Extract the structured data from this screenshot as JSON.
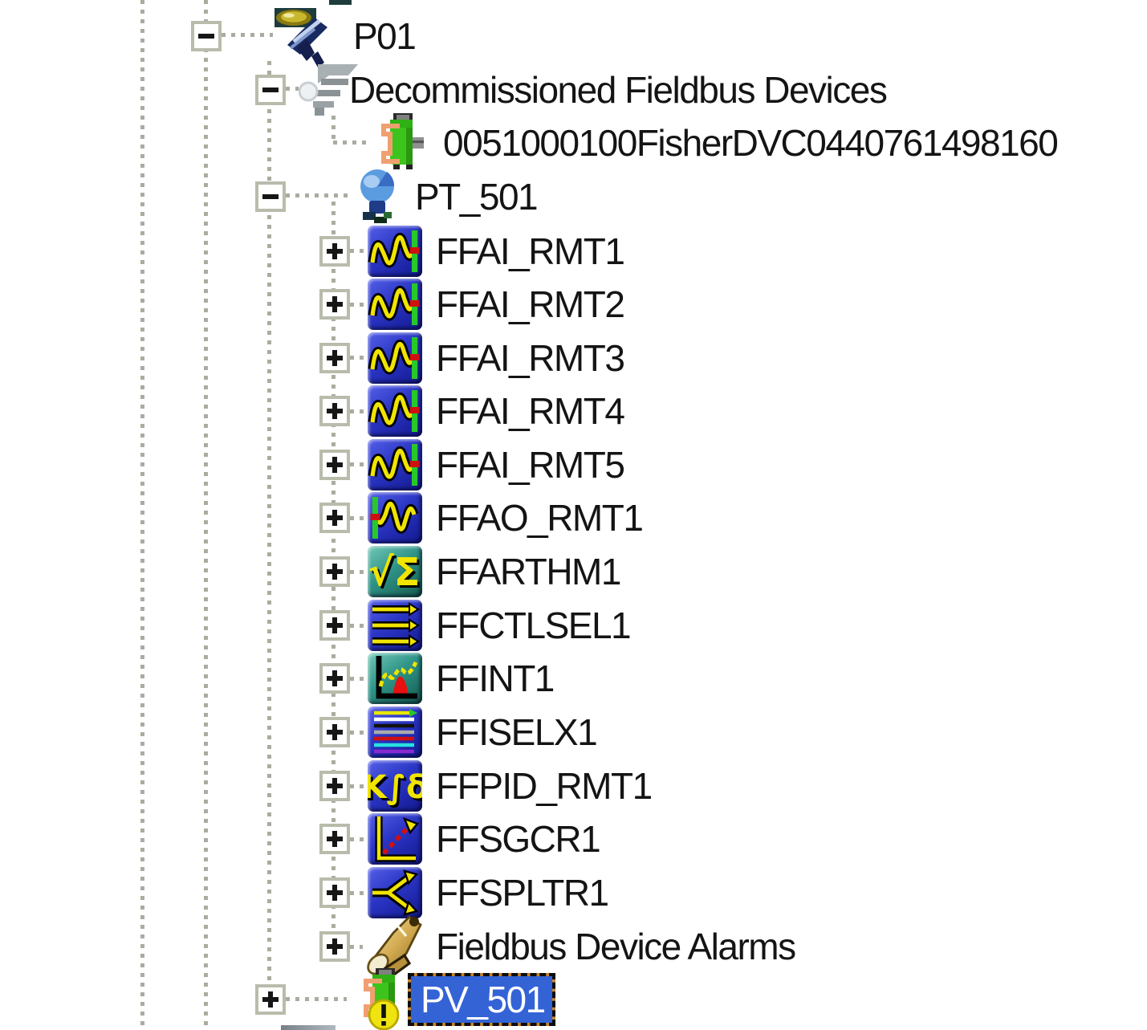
{
  "tree": {
    "rows": [
      {
        "label": "P01",
        "icon": "p01-module-icon",
        "expander": "minus",
        "level": 0,
        "selected": false
      },
      {
        "label": "Decommissioned Fieldbus Devices",
        "icon": "decommissioned-devices-icon",
        "expander": "minus",
        "level": 1,
        "selected": false
      },
      {
        "label": "0051000100FisherDVC0440761498160",
        "icon": "fieldbus-device-icon",
        "expander": "none",
        "level": 2,
        "selected": false
      },
      {
        "label": "PT_501",
        "icon": "transmitter-device-icon",
        "expander": "minus",
        "level": 1,
        "selected": false
      },
      {
        "label": "FFAI_RMT1",
        "icon": "ffai-analog-input-block-icon",
        "expander": "plus",
        "level": 2,
        "selected": false
      },
      {
        "label": "FFAI_RMT2",
        "icon": "ffai-analog-input-block-icon",
        "expander": "plus",
        "level": 2,
        "selected": false
      },
      {
        "label": "FFAI_RMT3",
        "icon": "ffai-analog-input-block-icon",
        "expander": "plus",
        "level": 2,
        "selected": false
      },
      {
        "label": "FFAI_RMT4",
        "icon": "ffai-analog-input-block-icon",
        "expander": "plus",
        "level": 2,
        "selected": false
      },
      {
        "label": "FFAI_RMT5",
        "icon": "ffai-analog-input-block-icon",
        "expander": "plus",
        "level": 2,
        "selected": false
      },
      {
        "label": "FFAO_RMT1",
        "icon": "ffao-analog-output-block-icon",
        "expander": "plus",
        "level": 2,
        "selected": false
      },
      {
        "label": "FFARTHM1",
        "icon": "arithmetic-block-icon",
        "expander": "plus",
        "level": 2,
        "selected": false
      },
      {
        "label": "FFCTLSEL1",
        "icon": "control-selector-block-icon",
        "expander": "plus",
        "level": 2,
        "selected": false
      },
      {
        "label": "FFINT1",
        "icon": "integrator-block-icon",
        "expander": "plus",
        "level": 2,
        "selected": false
      },
      {
        "label": "FFISELX1",
        "icon": "input-selector-block-icon",
        "expander": "plus",
        "level": 2,
        "selected": false
      },
      {
        "label": "FFPID_RMT1",
        "icon": "pid-block-icon",
        "expander": "plus",
        "level": 2,
        "selected": false
      },
      {
        "label": "FFSGCR1",
        "icon": "signal-characterizer-block-icon",
        "expander": "plus",
        "level": 2,
        "selected": false
      },
      {
        "label": "FFSPLTR1",
        "icon": "splitter-block-icon",
        "expander": "plus",
        "level": 2,
        "selected": false
      },
      {
        "label": "Fieldbus Device Alarms",
        "icon": "alarm-horn-icon",
        "expander": "plus",
        "level": 2,
        "selected": false
      },
      {
        "label": "PV_501",
        "icon": "fieldbus-device-alert-icon",
        "expander": "plus",
        "level": 1,
        "selected": true
      }
    ],
    "selection": {
      "fill_color": "#3463d6",
      "text_color": "#ffffff",
      "marquee_dash_color": "#0d0d0d",
      "marquee_gap_color": "#c8862c"
    },
    "colors": {
      "guide_dots": "#a9ada0",
      "expander_border": "#b8bcab",
      "expander_glyph": "#161616",
      "label_text": "#141414",
      "tile_blue": "#2a35c4",
      "tile_teal": "#2f9488",
      "wave_yellow": "#f0e400",
      "bar_green": "#28c828",
      "tick_red": "#d01010"
    }
  }
}
